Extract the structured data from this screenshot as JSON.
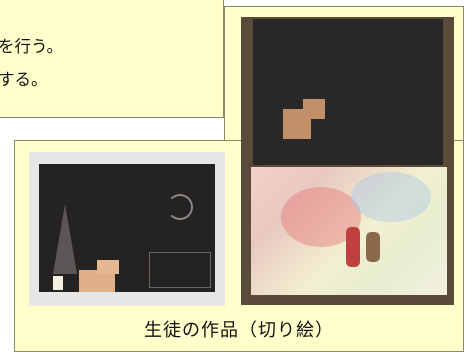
{
  "text_box": {
    "line1": "を行う。",
    "line2": "する。"
  },
  "caption": "生徒の作品（切り絵）"
}
